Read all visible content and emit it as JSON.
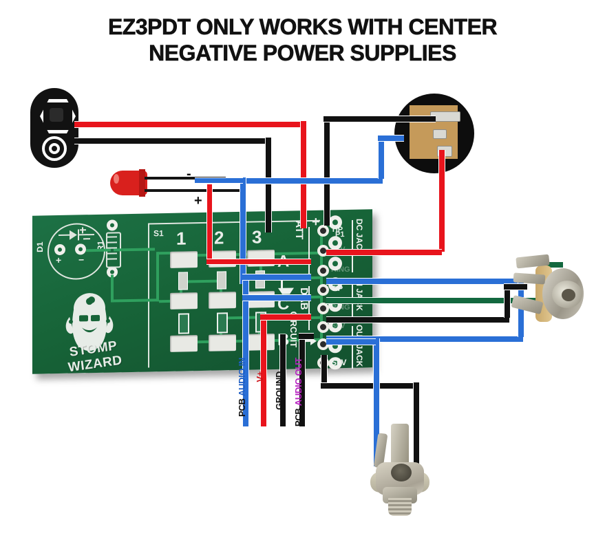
{
  "title": {
    "line1": "EZ3PDT ONLY WORKS WITH CENTER",
    "line2": "NEGATIVE POWER SUPPLIES"
  },
  "colors": {
    "pcb_green": "#176438",
    "trace_green": "#2fa05e",
    "silkscreen": "#e9eee9",
    "wire_red": "#e8141c",
    "wire_black": "#111111",
    "wire_blue": "#2a6fd6",
    "wire_green": "#13683f",
    "led_red": "#d9201d",
    "switch_body": "#c59a5a",
    "label_magenta": "#b722c0",
    "label_blue": "#1f5fc4"
  },
  "pcb": {
    "brand": "STOMP WIZARD",
    "refdes": {
      "led": "D1",
      "resistor": "R1",
      "switch": "S1",
      "pot": "P1"
    },
    "led_symbol_polarity": {
      "plus": "+",
      "minus": "-"
    },
    "switch_columns": [
      "1",
      "2",
      "3"
    ],
    "row_markers": [
      "A",
      "B",
      "C"
    ],
    "silk_vertical": [
      "ATT",
      "DAB",
      "CIRCUIT"
    ],
    "pad_labels_left": [
      "ATT",
      "+",
      "-"
    ],
    "connector_labels": [
      {
        "label": "TIP",
        "group": "DC JACK",
        "wire": "black"
      },
      {
        "label": "SLV",
        "group": "DC JACK",
        "wire": "red"
      },
      {
        "label": "RING",
        "group": "DC JACK",
        "wire": "blue"
      },
      {
        "label": "TIP",
        "group": "IN JACK",
        "wire": "blue"
      },
      {
        "label": "RING",
        "group": "IN JACK",
        "wire": "green"
      },
      {
        "label": "SLV",
        "group": "IN JACK",
        "wire": "black"
      },
      {
        "label": "TIP",
        "group": "OUT JACK",
        "wire": "blue"
      },
      {
        "label": "SLV",
        "group": "OUT JACK",
        "wire": "black"
      }
    ],
    "connector_groups": [
      "DC JACK",
      "IN JACK",
      "OUT JACK"
    ]
  },
  "bundle_labels": [
    {
      "prefix": "PCB ",
      "text": "AUDIO IN",
      "color": "blue",
      "wire": "blue"
    },
    {
      "prefix": "",
      "text": "V+",
      "color": "red",
      "wire": "red"
    },
    {
      "prefix": "",
      "text": "GROUND",
      "color": "blk",
      "wire": "black"
    },
    {
      "prefix": "PCB ",
      "text": "AUDIO OUT",
      "color": "mag",
      "wire": "magenta"
    }
  ],
  "components": {
    "dc_jack": "DC power jack",
    "footswitch": "3PDT footswitch",
    "led": "LED indicator",
    "input_jack": "Stereo input jack",
    "output_jack": "Mono output jack"
  }
}
